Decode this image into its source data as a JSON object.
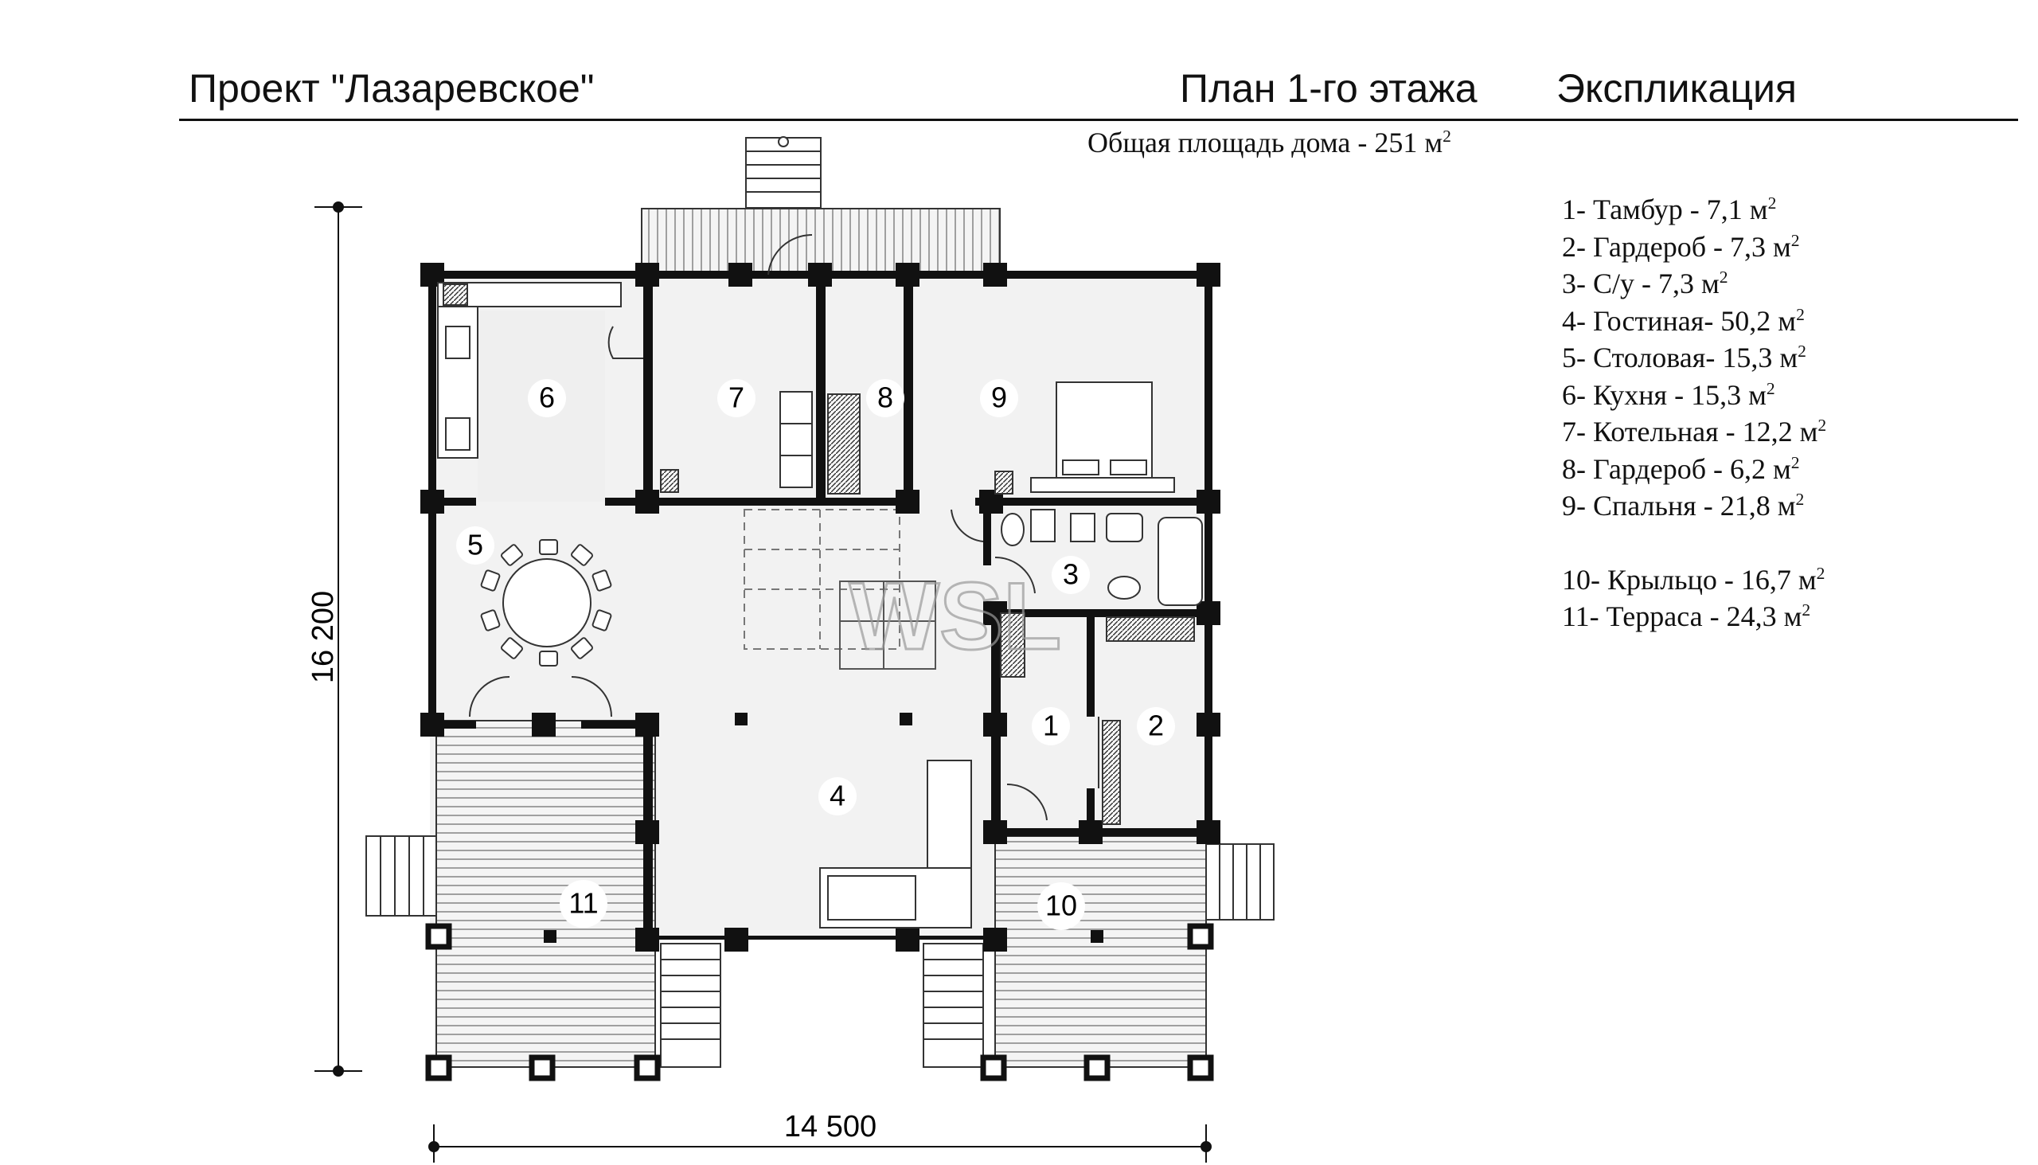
{
  "header": {
    "project_title": "Проект \"Лазаревское\"",
    "plan_title": "План 1-го этажа",
    "explication_title": "Экспликация"
  },
  "total_area": {
    "text": "Общая площадь дома - 251 м",
    "sup": "2"
  },
  "legend": [
    {
      "text": "1- Тамбур - 7,1 м",
      "sup": "2"
    },
    {
      "text": "2- Гардероб - 7,3 м",
      "sup": "2"
    },
    {
      "text": "3- С/у - 7,3 м",
      "sup": "2"
    },
    {
      "text": "4- Гостиная- 50,2 м",
      "sup": "2"
    },
    {
      "text": "5- Столовая- 15,3 м",
      "sup": "2"
    },
    {
      "text": "6- Кухня - 15,3 м",
      "sup": "2"
    },
    {
      "text": "7- Котельная - 12,2 м",
      "sup": "2"
    },
    {
      "text": "8- Гардероб - 6,2 м",
      "sup": "2"
    },
    {
      "text": "9- Спальня - 21,8 м",
      "sup": "2"
    },
    {
      "text": "10- Крыльцо - 16,7 м",
      "sup": "2"
    },
    {
      "text": "11- Терраса - 24,3 м",
      "sup": "2"
    }
  ],
  "rooms": {
    "r1": "1",
    "r2": "2",
    "r3": "3",
    "r4": "4",
    "r5": "5",
    "r6": "6",
    "r7": "7",
    "r8": "8",
    "r9": "9",
    "r10": "10",
    "r11": "11"
  },
  "dimensions": {
    "height": "16 200",
    "width": "14 500"
  },
  "watermark": "WSL"
}
